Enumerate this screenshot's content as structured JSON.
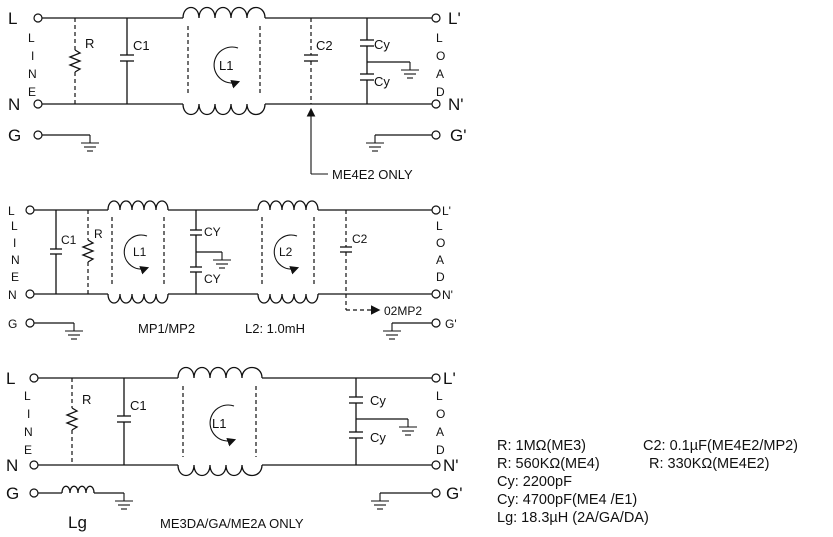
{
  "diagram1": {
    "terminals": {
      "l_in": "L",
      "n_in": "N",
      "g_in": "G",
      "l_out": "L'",
      "n_out": "N'",
      "g_out": "G'"
    },
    "line_label": [
      "L",
      "I",
      "N",
      "E"
    ],
    "load_label": [
      "L",
      "O",
      "A",
      "D"
    ],
    "components": {
      "r": "R",
      "c1": "C1",
      "l1": "L1",
      "c2": "C2",
      "cy_top": "Cy",
      "cy_bot": "Cy"
    },
    "note": "ME4E2 ONLY"
  },
  "diagram2": {
    "terminals": {
      "l_in": "L",
      "n_in": "N",
      "g_in": "G",
      "l_out": "L'",
      "n_out": "N'",
      "g_out": "G'"
    },
    "line_label": [
      "L",
      "I",
      "N",
      "E"
    ],
    "load_label": [
      "L",
      "O",
      "A",
      "D"
    ],
    "components": {
      "c1": "C1",
      "r": "R",
      "l1": "L1",
      "cy_top": "CY",
      "cy_bot": "CY",
      "l2": "L2",
      "c2": "C2"
    },
    "arrow_label": "02MP2",
    "model_label": "MP1/MP2",
    "l2_value": "L2: 1.0mH"
  },
  "diagram3": {
    "terminals": {
      "l_in": "L",
      "n_in": "N",
      "g_in": "G",
      "l_out": "L'",
      "n_out": "N'",
      "g_out": "G'"
    },
    "line_label": [
      "L",
      "I",
      "N",
      "E"
    ],
    "load_label": [
      "L",
      "O",
      "A",
      "D"
    ],
    "components": {
      "r": "R",
      "c1": "C1",
      "l1": "L1",
      "cy_top": "Cy",
      "cy_bot": "Cy",
      "lg": "Lg"
    },
    "note": "ME3DA/GA/ME2A ONLY"
  },
  "notes": {
    "r_me3": "R: 1MΩ(ME3)",
    "c2_val": "C2: 0.1µF(ME4E2/MP2)",
    "r_me4": "R: 560KΩ(ME4)",
    "r_me4e2": "R: 330KΩ(ME4E2)",
    "cy_1": "Cy: 2200pF",
    "cy_2": "Cy: 4700pF(ME4 /E1)",
    "lg": "Lg: 18.3µH (2A/GA/DA)"
  }
}
